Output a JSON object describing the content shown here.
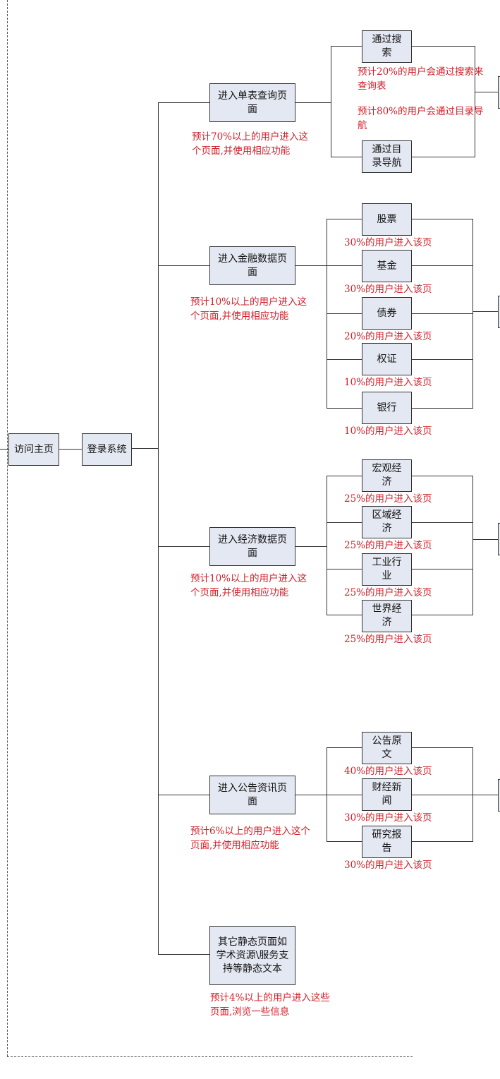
{
  "root": {
    "home": "访问主页",
    "login": "登录系统"
  },
  "groups": [
    {
      "title": "进入单表查询页面",
      "note": "预计70%以上的用户进入这个页面,并使用相应功能",
      "subs": [
        {
          "label": "通过搜索",
          "note": "预计20%的用户会通过搜索来查询表"
        },
        {
          "label": "通过目录导航",
          "note": "预计80%的用户会通过目录导航"
        }
      ]
    },
    {
      "title": "进入金融数据页面",
      "note": "预计10%以上的用户进入这个页面,并使用相应功能",
      "subs": [
        {
          "label": "股票",
          "note": "30%的用户进入该页"
        },
        {
          "label": "基金",
          "note": "30%的用户进入该页"
        },
        {
          "label": "债券",
          "note": "20%的用户进入该页"
        },
        {
          "label": "权证",
          "note": "10%的用户进入该页"
        },
        {
          "label": "银行",
          "note": "10%的用户进入该页"
        }
      ]
    },
    {
      "title": "进入经济数据页面",
      "note": "预计10%以上的用户进入这个页面,并使用相应功能",
      "subs": [
        {
          "label": "宏观经济",
          "note": "25%的用户进入该页"
        },
        {
          "label": "区域经济",
          "note": "25%的用户进入该页"
        },
        {
          "label": "工业行业",
          "note": "25%的用户进入该页"
        },
        {
          "label": "世界经济",
          "note": "25%的用户进入该页"
        }
      ]
    },
    {
      "title": "进入公告资讯页面",
      "note": "预计6%以上的用户进入这个页面,并使用相应功能",
      "subs": [
        {
          "label": "公告原文",
          "note": "40%的用户进入该页"
        },
        {
          "label": "财经新闻",
          "note": "30%的用户进入该页"
        },
        {
          "label": "研究报告",
          "note": "30%的用户进入该页"
        }
      ]
    },
    {
      "title": "其它静态页面如学术资源\\服务支持等静态文本",
      "note": "预计4%以上的用户进入这些页面,浏览一些信息",
      "subs": []
    }
  ]
}
